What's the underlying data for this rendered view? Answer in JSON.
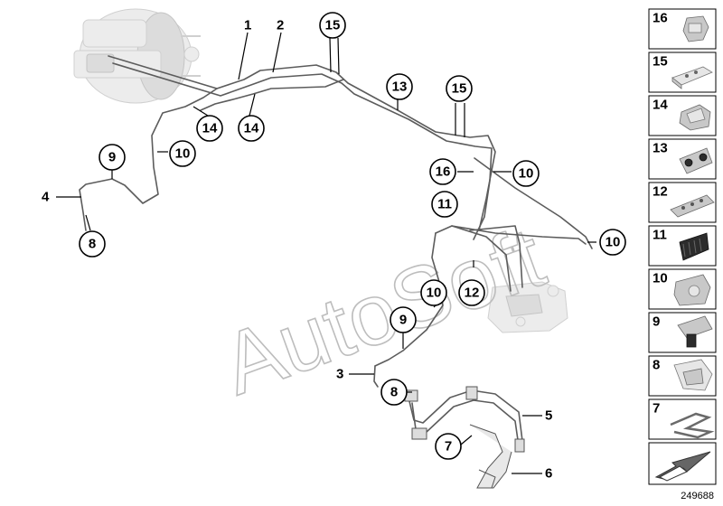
{
  "watermark": "AutoSoft",
  "catalog_number": "249688",
  "callouts": {
    "c15a": "15",
    "c15b": "15",
    "c13": "13",
    "c14a": "14",
    "c14b": "14",
    "c9a": "9",
    "c10a": "10",
    "c8a": "8",
    "c16": "16",
    "c10b": "10",
    "c11": "11",
    "c10c": "10",
    "c12": "12",
    "c10d": "10",
    "c9b": "9",
    "c8b": "8",
    "c7": "7"
  },
  "labels": {
    "l1": "1",
    "l2": "2",
    "l4": "4",
    "l3": "3",
    "l5": "5",
    "l6": "6"
  },
  "legend": [
    {
      "number": "16",
      "icon": "clip-16-icon"
    },
    {
      "number": "15",
      "icon": "pipe-holder-15-icon"
    },
    {
      "number": "14",
      "icon": "clip-14-icon"
    },
    {
      "number": "13",
      "icon": "clip-13-icon"
    },
    {
      "number": "12",
      "icon": "pipe-holder-12-icon"
    },
    {
      "number": "11",
      "icon": "clip-11-icon"
    },
    {
      "number": "10",
      "icon": "clip-10-icon"
    },
    {
      "number": "9",
      "icon": "clip-9-icon"
    },
    {
      "number": "8",
      "icon": "bracket-8-icon"
    },
    {
      "number": "7",
      "icon": "spring-clip-7-icon"
    },
    {
      "number": "",
      "icon": "arrow-icon"
    }
  ]
}
